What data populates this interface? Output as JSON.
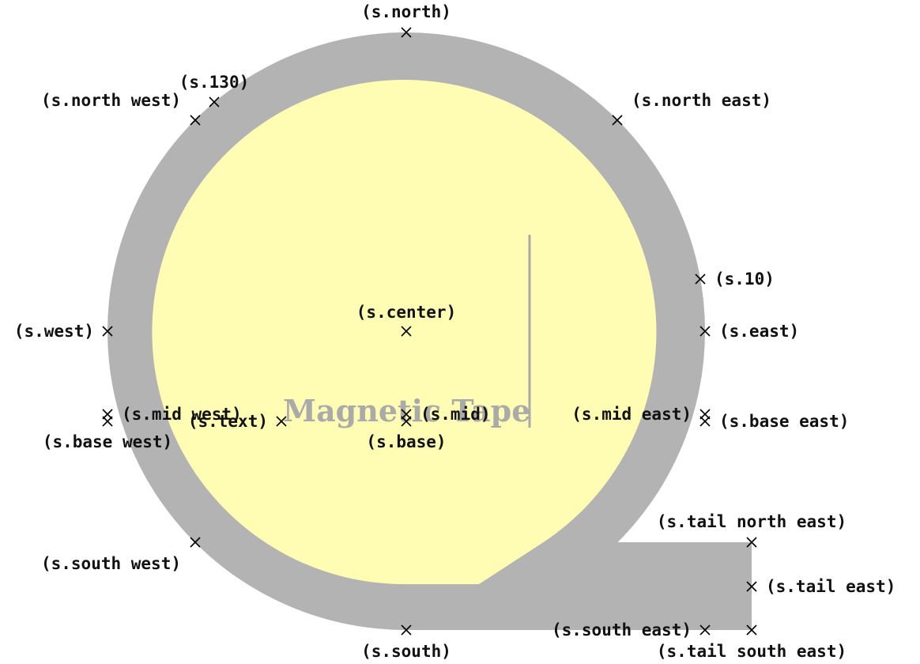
{
  "shape": {
    "text": "Magnetic Tape",
    "outer_color": "#b3b3b3",
    "inner_color": "#fffcb3",
    "text_color": "#aaaaaa"
  },
  "anchors": {
    "north": "(s.north)",
    "a130": "(s.130)",
    "north_west": "(s.north west)",
    "north_east": "(s.north east)",
    "a10": "(s.10)",
    "center": "(s.center)",
    "west": "(s.west)",
    "east": "(s.east)",
    "mid_west": "(s.mid west)",
    "text": "(s.text)",
    "mid": "(s.mid)",
    "mid_east": "(s.mid east)",
    "base_east": "(s.base east)",
    "base_west": "(s.base west)",
    "base": "(s.base)",
    "tail_north_east": "(s.tail north east)",
    "south_west": "(s.south west)",
    "tail_east": "(s.tail east)",
    "south_east": "(s.south east)",
    "south": "(s.south)",
    "tail_south_east": "(s.tail south east)"
  }
}
